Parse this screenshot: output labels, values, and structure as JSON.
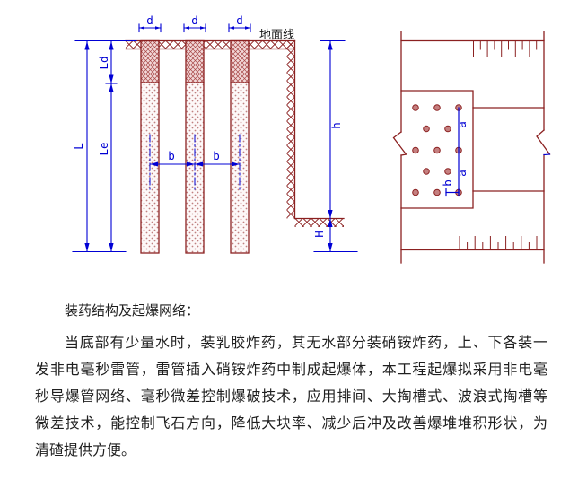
{
  "document": {
    "background": "#ffffff"
  },
  "colors": {
    "drawing_line": "#8B2020",
    "dimension_blue": "#0000D4",
    "text": "#1f1f1f",
    "dot_fill": "#C58080",
    "stemming_bg": "#F2D8D8"
  },
  "diagram_left": {
    "title": "borehole charge structure cross-section",
    "ground_line_label": "地面线",
    "labels": {
      "hole_diameter": "d",
      "hole_spacing": "b",
      "hole_depth": "L",
      "stemming_length": "Ld",
      "charge_length": "Le",
      "bench_height": "h",
      "subdrill_depth": "H"
    }
  },
  "diagram_right": {
    "title": "blast hole layout plan",
    "labels": {
      "row_spacing": "a",
      "offset_spacing": "b"
    }
  },
  "text_block": {
    "heading": "装药结构及起爆网络：",
    "lines": [
      "当底部有少量水时，装乳胶炸药，其无水部分装硝铵炸药，上、下各装一",
      "发非电毫秒雷管，雷管插入硝铵炸药中制成起爆体，本工程起爆拟采用非电毫",
      "秒导爆管网络、毫秒微差控制爆破技术，应用排间、大掏槽式、波浪式掏槽等",
      "微差技术，能控制飞石方向，降低大块率、减少后冲及改善爆堆堆积形状，为",
      "清碴提供方便。"
    ]
  }
}
